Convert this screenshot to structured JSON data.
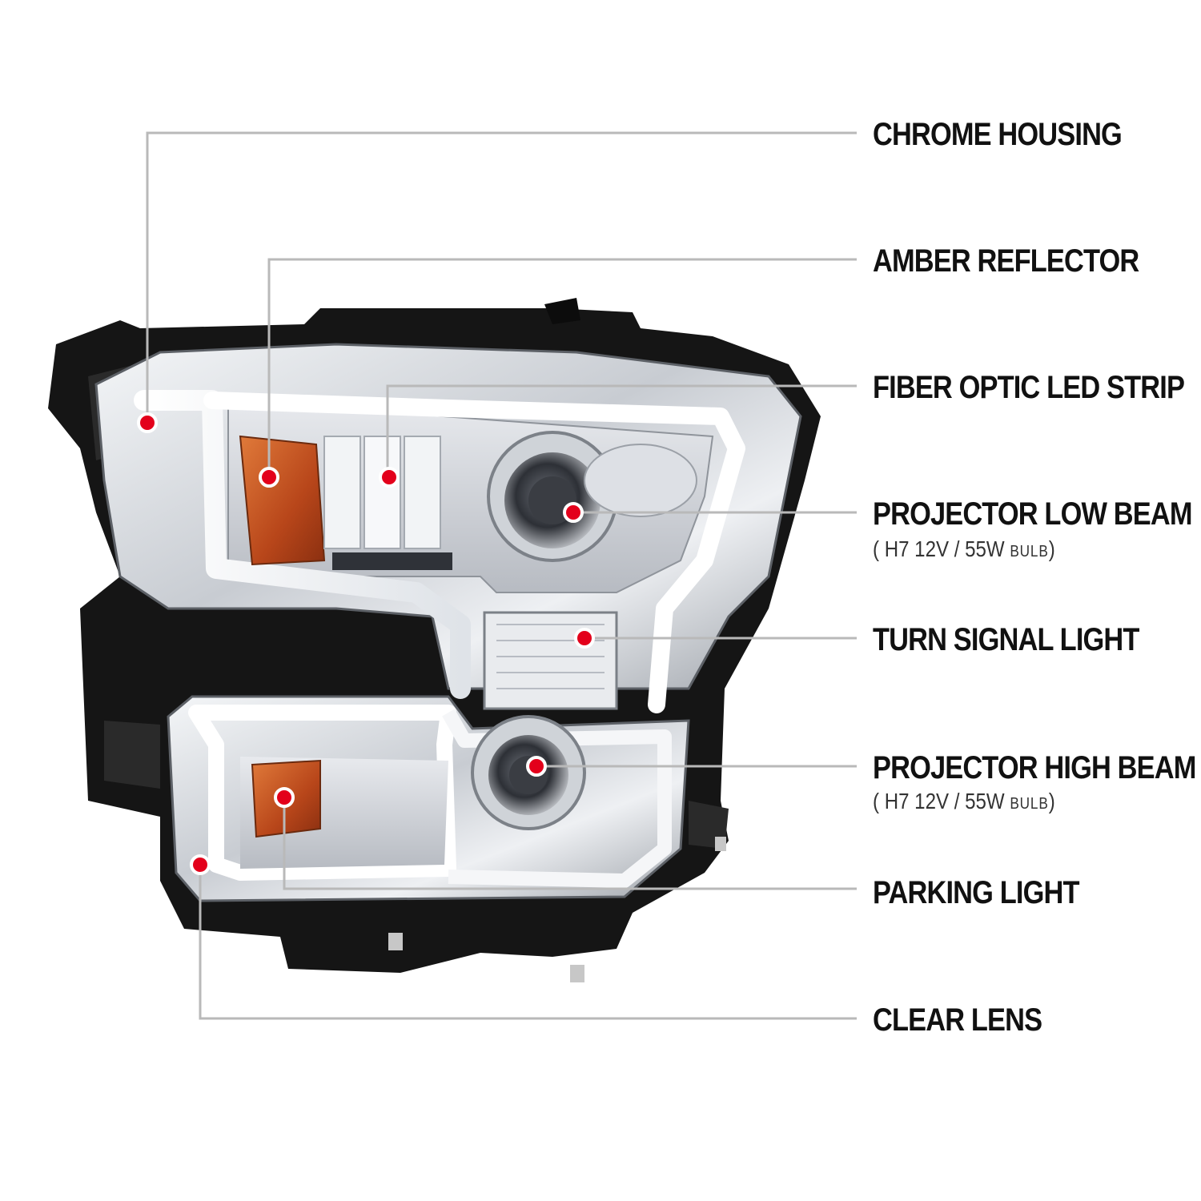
{
  "colors": {
    "leader_line": "#b9b9b9",
    "marker_fill": "#e3001b",
    "marker_ring": "#ffffff",
    "housing_black": "#151515",
    "chrome": "#d9dde2",
    "amber": "#c4501c",
    "label_text": "#111111"
  },
  "callouts": [
    {
      "id": "chrome-housing",
      "label": "CHROME HOUSING"
    },
    {
      "id": "amber-reflector",
      "label": "AMBER REFLECTOR"
    },
    {
      "id": "fiber-optic-led-strip",
      "label": "FIBER OPTIC LED STRIP"
    },
    {
      "id": "projector-low-beam",
      "label": "PROJECTOR LOW BEAM",
      "note_open": "(",
      "note_spec": "H7  12V / 55W",
      "note_unit": "BULB",
      "note_close": ")"
    },
    {
      "id": "turn-signal-light",
      "label": "TURN SIGNAL LIGHT"
    },
    {
      "id": "projector-high-beam",
      "label": "PROJECTOR HIGH BEAM",
      "note_open": "(",
      "note_spec": "H7  12V / 55W",
      "note_unit": "BULB",
      "note_close": ")"
    },
    {
      "id": "parking-light",
      "label": "PARKING LIGHT"
    },
    {
      "id": "clear-lens",
      "label": "CLEAR LENS"
    }
  ]
}
